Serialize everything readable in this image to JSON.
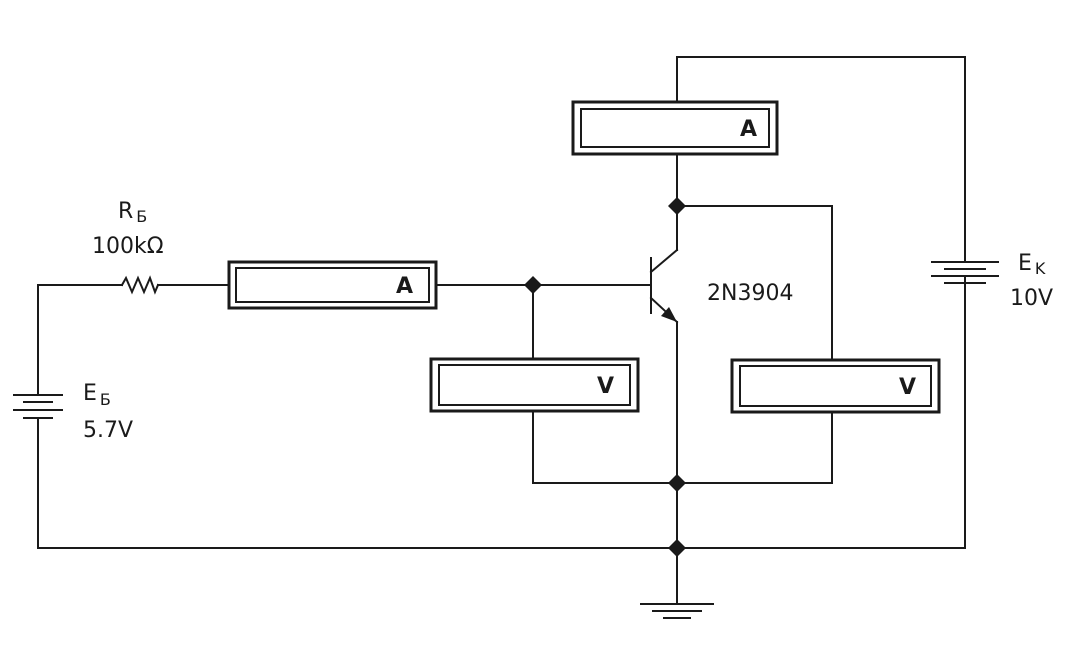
{
  "resistor": {
    "symbol": "R",
    "subscript": "Б",
    "value": "100kΩ"
  },
  "base_source": {
    "symbol": "E",
    "subscript": "Б",
    "value": "5.7V"
  },
  "collector_source": {
    "symbol": "E",
    "subscript": "K",
    "value": "10V"
  },
  "transistor": {
    "model": "2N3904"
  },
  "meters": {
    "base_ammeter": "A",
    "collector_ammeter": "A",
    "base_voltmeter": "V",
    "collector_voltmeter": "V"
  },
  "colors": {
    "ink": "#1a1a1a",
    "background": "#ffffff"
  }
}
